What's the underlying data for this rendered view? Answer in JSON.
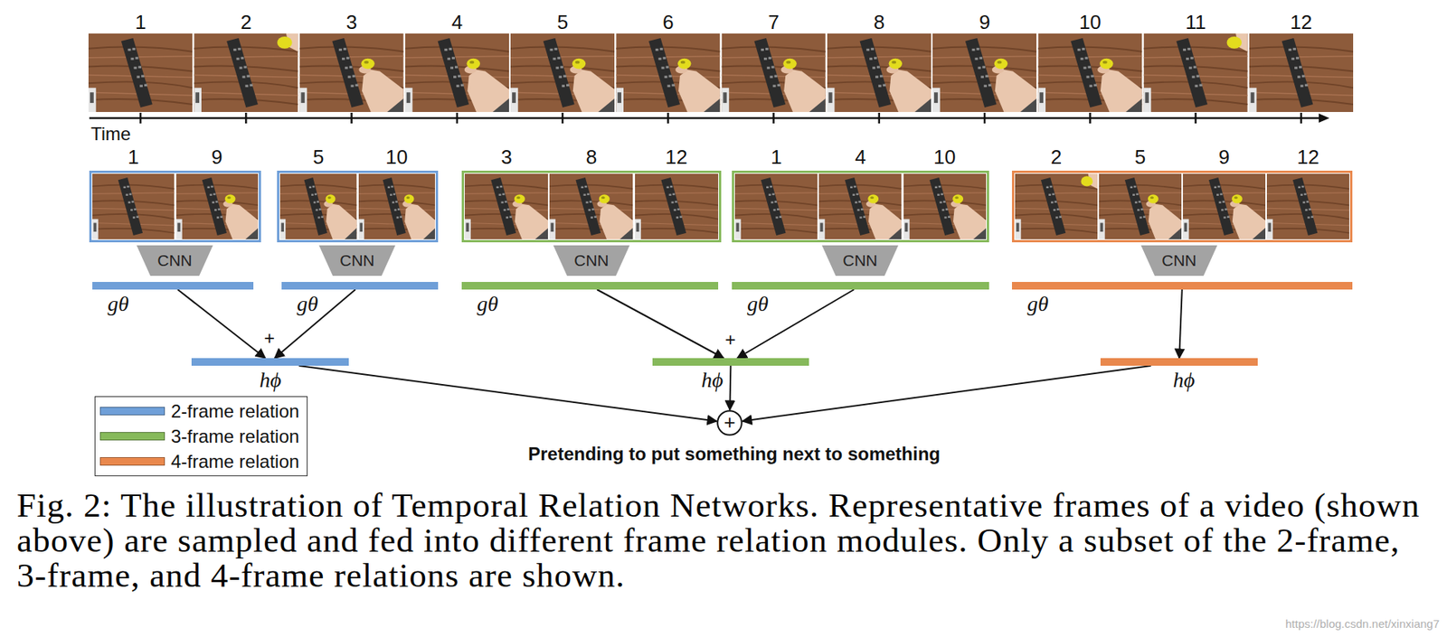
{
  "diagram": {
    "caption": "Fig. 2: The illustration of Temporal Relation Networks. Representative frames of a video (shown above) are sampled and fed into different frame relation modules. Only a subset of the 2-frame, 3-frame, and 4-frame relations are shown.",
    "nodes": [
      {
        "text": [
          "1",
          "9"
        ]
      },
      {
        "text": [
          "5",
          "10"
        ]
      },
      {
        "text": [
          "3",
          "8",
          "12"
        ]
      },
      {
        "text": [
          "1",
          "4",
          "10"
        ]
      },
      {
        "text": [
          "2",
          "5",
          "9",
          "12"
        ]
      },
      {
        "text": [
          "CNN"
        ]
      },
      {
        "text": [
          "CNN"
        ]
      },
      {
        "text": [
          "CNN"
        ]
      },
      {
        "text": [
          "CNN"
        ]
      },
      {
        "text": [
          "CNN"
        ]
      },
      {
        "text": [
          "gθ"
        ]
      },
      {
        "text": [
          "gθ"
        ]
      },
      {
        "text": [
          "gθ"
        ]
      },
      {
        "text": [
          "gθ"
        ]
      },
      {
        "text": [
          "gθ"
        ]
      },
      {
        "text": [
          "hϕ"
        ]
      },
      {
        "text": [
          "hϕ"
        ]
      },
      {
        "text": [
          "hϕ"
        ]
      },
      {
        "text": [
          "+"
        ]
      }
    ],
    "edges": [
      {
        "from": 10,
        "to": 15,
        "arrow": "to"
      },
      {
        "from": 11,
        "to": 15,
        "arrow": "to"
      },
      {
        "from": 12,
        "to": 16,
        "arrow": "to"
      },
      {
        "from": 13,
        "to": 16,
        "arrow": "to"
      },
      {
        "from": 14,
        "to": 17,
        "arrow": "to"
      },
      {
        "from": 15,
        "to": 18,
        "arrow": "to"
      },
      {
        "from": 16,
        "to": 18,
        "arrow": "to"
      },
      {
        "from": 17,
        "to": 18,
        "arrow": "to"
      }
    ],
    "labels": [
      "1",
      "2",
      "3",
      "4",
      "5",
      "6",
      "7",
      "8",
      "9",
      "10",
      "11",
      "12",
      "Time",
      "+",
      "+",
      "Pretending to put something next to something",
      "https://blog.csdn.net/xinxiang7"
    ],
    "legend": [
      {
        "text": "2-frame relation",
        "color": "#6f9fd8"
      },
      {
        "text": "3-frame relation",
        "color": "#86b95b"
      },
      {
        "text": "4-frame relation",
        "color": "#e9884d"
      }
    ]
  }
}
